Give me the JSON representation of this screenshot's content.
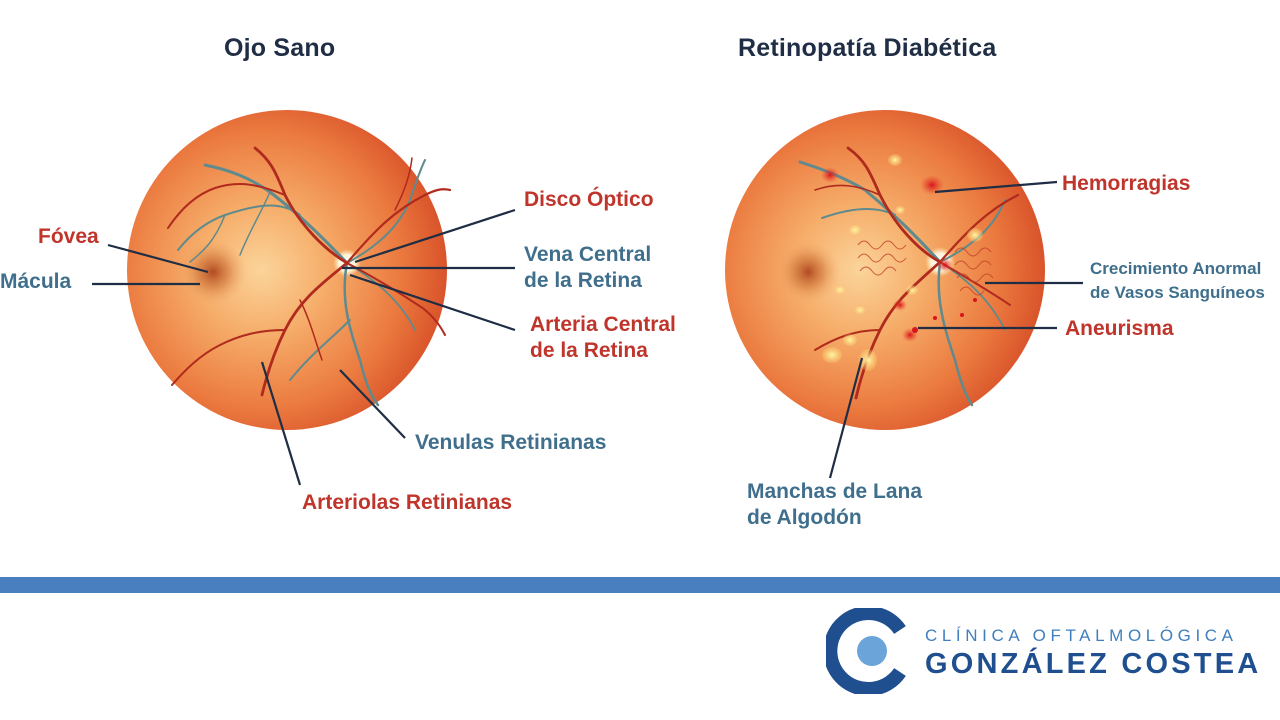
{
  "healthy_eye": {
    "title": "Ojo Sano",
    "labels": {
      "fovea": "Fóvea",
      "macula": "Mácula",
      "optic_disc": "Disco Óptico",
      "central_vein_1": "Vena Central",
      "central_vein_2": "de la Retina",
      "central_artery_1": "Arteria Central",
      "central_artery_2": "de la Retina",
      "venules": "Venulas Retinianas",
      "arterioles": "Arteriolas Retinianas"
    }
  },
  "diabetic_eye": {
    "title": "Retinopatía Diabética",
    "labels": {
      "hemorrhages": "Hemorragias",
      "abnormal_growth_1": "Crecimiento Anormal",
      "abnormal_growth_2": "de Vasos Sanguíneos",
      "aneurysm": "Aneurisma",
      "cotton_wool_1": "Manchas de Lana",
      "cotton_wool_2": "de Algodón"
    }
  },
  "logo": {
    "line1": "CLÍNICA OFTALMOLÓGICA",
    "line2": "GONZÁLEZ COSTEA"
  },
  "colors": {
    "red_label": "#c0352b",
    "blue_label": "#3f6f8c",
    "divider": "#4a7fbf",
    "logo_dark": "#1f4f8f",
    "logo_light": "#3f7fbf"
  }
}
